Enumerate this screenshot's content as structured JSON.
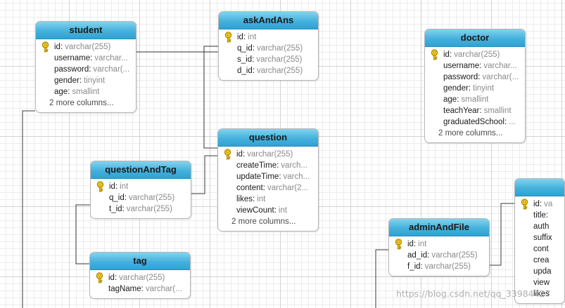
{
  "entities": [
    {
      "id": "student",
      "name": "student",
      "columns": [
        {
          "name": "id",
          "type": "varchar(255)",
          "pk": true
        },
        {
          "name": "username",
          "type": "varchar..."
        },
        {
          "name": "password",
          "type": "varchar(..."
        },
        {
          "name": "gender",
          "type": "tinyint"
        },
        {
          "name": "age",
          "type": "smallint"
        }
      ],
      "more": "2 more columns..."
    },
    {
      "id": "askAndAns",
      "name": "askAndAns",
      "columns": [
        {
          "name": "id",
          "type": "int",
          "pk": true
        },
        {
          "name": "q_id",
          "type": "varchar(255)"
        },
        {
          "name": "s_id",
          "type": "varchar(255)"
        },
        {
          "name": "d_id",
          "type": "varchar(255)"
        }
      ]
    },
    {
      "id": "doctor",
      "name": "doctor",
      "columns": [
        {
          "name": "id",
          "type": "varchar(255)",
          "pk": true
        },
        {
          "name": "username",
          "type": "varchar..."
        },
        {
          "name": "password",
          "type": "varchar(..."
        },
        {
          "name": "gender",
          "type": "tinyint"
        },
        {
          "name": "age",
          "type": "smallint"
        },
        {
          "name": "teachYear",
          "type": "smallint"
        },
        {
          "name": "graduatedSchool",
          "type": "..."
        }
      ],
      "more": "2 more columns..."
    },
    {
      "id": "question",
      "name": "question",
      "columns": [
        {
          "name": "id",
          "type": "varchar(255)",
          "pk": true
        },
        {
          "name": "createTime",
          "type": "varch..."
        },
        {
          "name": "updateTime",
          "type": "varch..."
        },
        {
          "name": "content",
          "type": "varchar(2..."
        },
        {
          "name": "likes",
          "type": "int"
        },
        {
          "name": "viewCount",
          "type": "int"
        }
      ],
      "more": "2 more columns..."
    },
    {
      "id": "questionAndTag",
      "name": "questionAndTag",
      "columns": [
        {
          "name": "id",
          "type": "int",
          "pk": true
        },
        {
          "name": "q_id",
          "type": "varchar(255)"
        },
        {
          "name": "t_id",
          "type": "varchar(255)"
        }
      ]
    },
    {
      "id": "tag",
      "name": "tag",
      "columns": [
        {
          "name": "id",
          "type": "varchar(255)",
          "pk": true
        },
        {
          "name": "tagName",
          "type": "varchar(..."
        }
      ]
    },
    {
      "id": "adminAndFile",
      "name": "adminAndFile",
      "columns": [
        {
          "name": "id",
          "type": "int",
          "pk": true
        },
        {
          "name": "ad_id",
          "type": "varchar(255)"
        },
        {
          "name": "f_id",
          "type": "varchar(255)"
        }
      ]
    },
    {
      "id": "file",
      "name": "",
      "columns": [
        {
          "name": "id",
          "type": "va",
          "pk": true
        },
        {
          "name": "title",
          "type": ""
        },
        {
          "name": "auth",
          "type": "",
          "nosep": true
        },
        {
          "name": "suffix",
          "type": "",
          "nosep": true
        },
        {
          "name": "cont",
          "type": "",
          "nosep": true
        },
        {
          "name": "crea",
          "type": "",
          "nosep": true
        },
        {
          "name": "upda",
          "type": "",
          "nosep": true
        },
        {
          "name": "view",
          "type": "",
          "nosep": true
        },
        {
          "name": "likes",
          "type": "",
          "nosep": true
        }
      ]
    }
  ],
  "watermark": "https://blog.csdn.net/qq_33984427",
  "colors": {
    "header": "#45b1dc",
    "line": "#3a3a3a",
    "grid": "#d3d3d3",
    "type_text": "#8a8a8a"
  }
}
